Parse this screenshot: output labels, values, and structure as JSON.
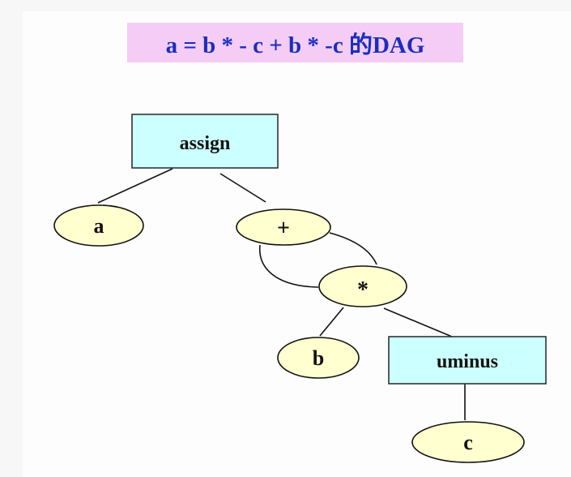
{
  "title": "a = b * - c + b * -c 的DAG",
  "colors": {
    "title_bg": "#f5ccf5",
    "title_text": "#1a2ebf",
    "rect_fill": "#ccffff",
    "ellipse_fill": "#ffffd0",
    "stroke": "#111111"
  },
  "nodes": [
    {
      "id": "assign",
      "label": "assign",
      "shape": "rect"
    },
    {
      "id": "a",
      "label": "a",
      "shape": "ellipse"
    },
    {
      "id": "plus",
      "label": "+",
      "shape": "ellipse"
    },
    {
      "id": "times",
      "label": "*",
      "shape": "ellipse"
    },
    {
      "id": "b",
      "label": "b",
      "shape": "ellipse"
    },
    {
      "id": "uminus",
      "label": "uminus",
      "shape": "rect"
    },
    {
      "id": "c",
      "label": "c",
      "shape": "ellipse"
    }
  ],
  "edges": [
    {
      "from": "assign",
      "to": "a"
    },
    {
      "from": "assign",
      "to": "plus"
    },
    {
      "from": "plus",
      "to": "times",
      "note": "left operand"
    },
    {
      "from": "plus",
      "to": "times",
      "note": "right operand"
    },
    {
      "from": "times",
      "to": "b"
    },
    {
      "from": "times",
      "to": "uminus"
    },
    {
      "from": "uminus",
      "to": "c"
    }
  ]
}
